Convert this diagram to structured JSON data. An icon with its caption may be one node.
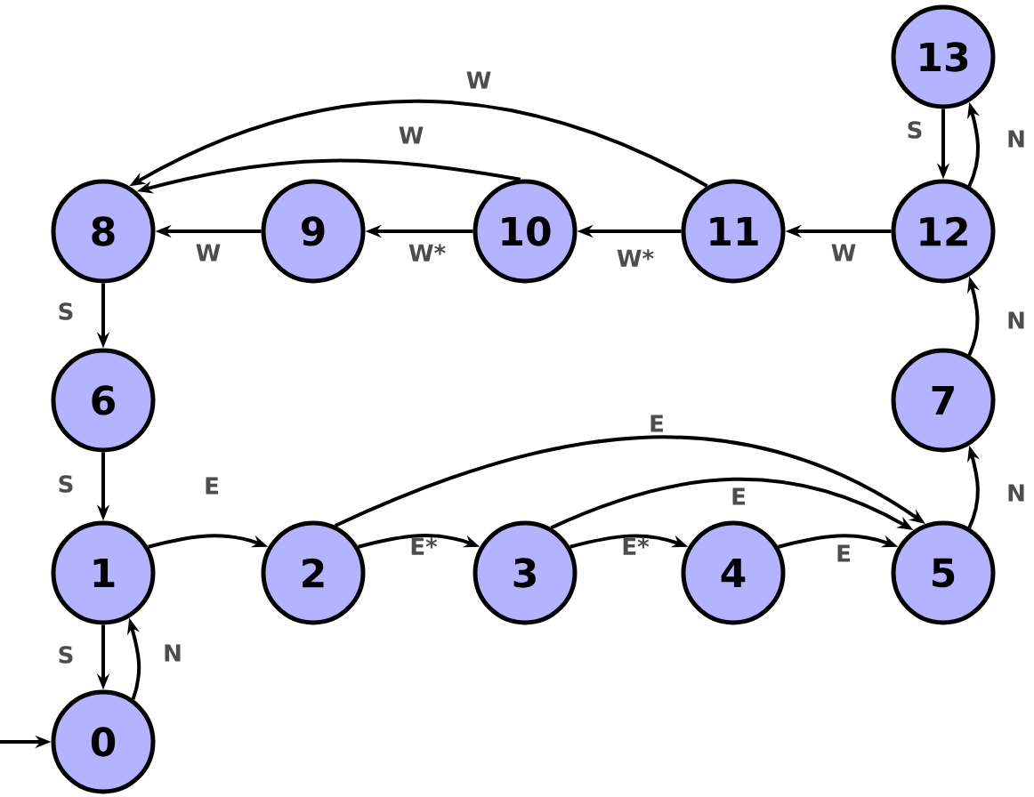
{
  "diagram": {
    "nodes": [
      {
        "text": [
          "13"
        ]
      },
      {
        "text": [
          "8"
        ]
      },
      {
        "text": [
          "9"
        ]
      },
      {
        "text": [
          "10"
        ]
      },
      {
        "text": [
          "11"
        ]
      },
      {
        "text": [
          "12"
        ]
      },
      {
        "text": [
          "6"
        ]
      },
      {
        "text": [
          "7"
        ]
      },
      {
        "text": [
          "1"
        ]
      },
      {
        "text": [
          "2"
        ]
      },
      {
        "text": [
          "3"
        ]
      },
      {
        "text": [
          "4"
        ]
      },
      {
        "text": [
          "5"
        ]
      },
      {
        "text": [
          "0"
        ]
      }
    ],
    "edges": [
      {
        "from": null,
        "to": 13,
        "arrow": "to"
      },
      {
        "from": 13,
        "to": 8,
        "arrow": "to",
        "label": "N"
      },
      {
        "from": 8,
        "to": 13,
        "arrow": "to",
        "label": "S"
      },
      {
        "from": 8,
        "to": 9,
        "arrow": "to",
        "label": "E"
      },
      {
        "from": 9,
        "to": 10,
        "arrow": "to",
        "label": "E*"
      },
      {
        "from": 10,
        "to": 11,
        "arrow": "to",
        "label": "E*"
      },
      {
        "from": 11,
        "to": 12,
        "arrow": "to",
        "label": "E"
      },
      {
        "from": 10,
        "to": 12,
        "arrow": "to",
        "label": "E"
      },
      {
        "from": 9,
        "to": 12,
        "arrow": "to",
        "label": "E"
      },
      {
        "from": 12,
        "to": 7,
        "arrow": "to",
        "label": "N"
      },
      {
        "from": 7,
        "to": 5,
        "arrow": "to",
        "label": "N"
      },
      {
        "from": 5,
        "to": 0,
        "arrow": "to",
        "label": "N"
      },
      {
        "from": 0,
        "to": 5,
        "arrow": "to",
        "label": "S"
      },
      {
        "from": 5,
        "to": 4,
        "arrow": "to",
        "label": "W"
      },
      {
        "from": 4,
        "to": 3,
        "arrow": "to",
        "label": "W*"
      },
      {
        "from": 3,
        "to": 2,
        "arrow": "to",
        "label": "W*"
      },
      {
        "from": 2,
        "to": 1,
        "arrow": "to",
        "label": "W"
      },
      {
        "from": 3,
        "to": 1,
        "arrow": "to",
        "label": "W"
      },
      {
        "from": 4,
        "to": 1,
        "arrow": "to",
        "label": "W"
      },
      {
        "from": 1,
        "to": 6,
        "arrow": "to",
        "label": "S"
      },
      {
        "from": 6,
        "to": 8,
        "arrow": "to",
        "label": "S"
      }
    ]
  }
}
